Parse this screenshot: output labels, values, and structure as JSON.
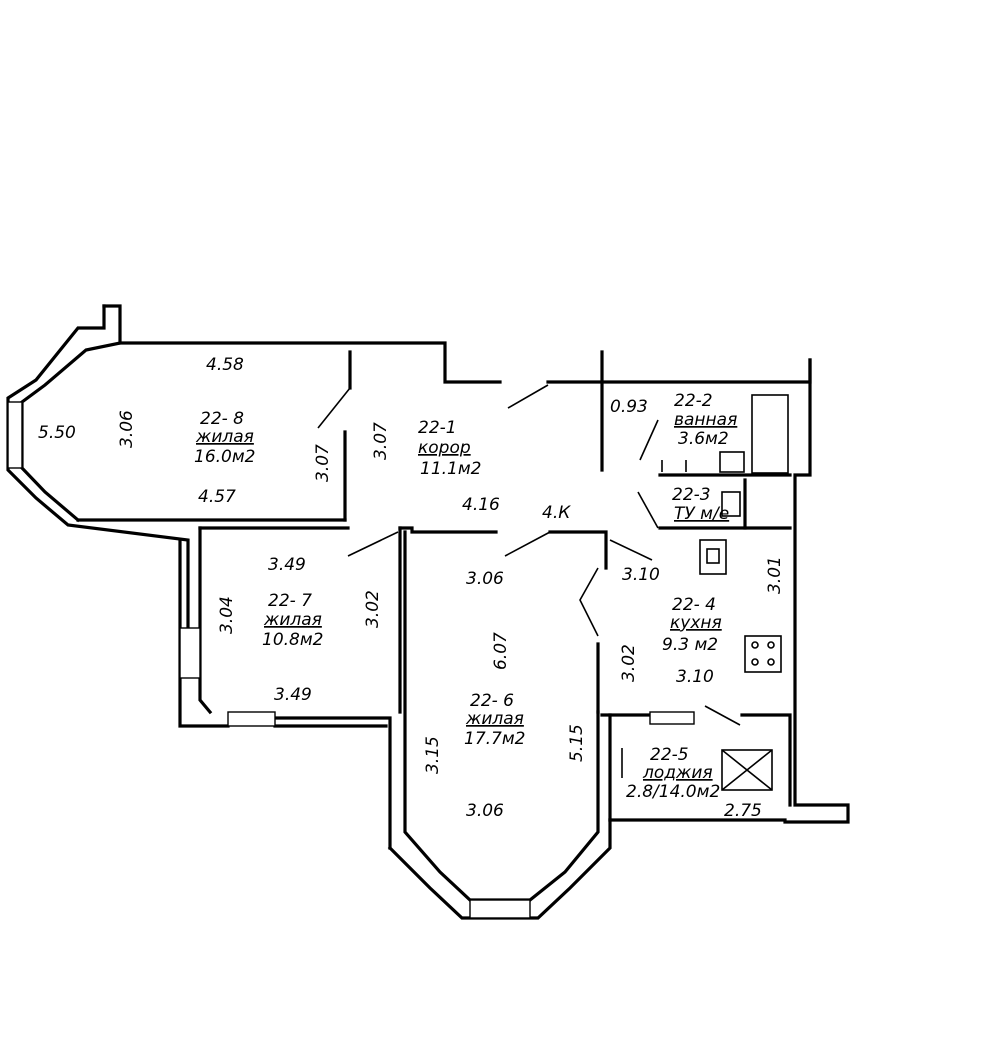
{
  "rooms": {
    "r8": {
      "id": "22- 8",
      "name": "жилая",
      "area": "16.0м2"
    },
    "r1": {
      "id": "22-1",
      "name": "корор",
      "area": "11.1м2"
    },
    "r2": {
      "id": "22-2",
      "name": "ванная",
      "area": "3.6м2"
    },
    "r3": {
      "id": "22-3",
      "name": "ТУ м/е"
    },
    "r4": {
      "id": "22- 4",
      "name": "кухня",
      "area": "9.3 м2"
    },
    "r7": {
      "id": "22- 7",
      "name": "жилая",
      "area": "10.8м2"
    },
    "r6": {
      "id": "22- 6",
      "name": "жилая",
      "area": "17.7м2"
    },
    "r5": {
      "id": "22-5",
      "name": "лоджия",
      "area": "2.8/14.0м2"
    }
  },
  "dims": {
    "d_4_58": "4.58",
    "d_3_06a": "3.06",
    "d_5_50": "5.50",
    "d_4_57": "4.57",
    "d_3_07a": "3.07",
    "d_3_07b": "3.07",
    "d_4_16": "4.16",
    "d_0_93": "0.93",
    "d_4k": "4.К",
    "d_3_49a": "3.49",
    "d_3_04": "3.04",
    "d_3_02a": "3.02",
    "d_3_49b": "3.49",
    "d_3_06b": "3.06",
    "d_6_07": "6.07",
    "d_3_10a": "3.10",
    "d_3_01": "3.01",
    "d_3_02b": "3.02",
    "d_3_10b": "3.10",
    "d_3_15": "3.15",
    "d_5_15": "5.15",
    "d_3_06c": "3.06",
    "d_2_75": "2.75"
  }
}
